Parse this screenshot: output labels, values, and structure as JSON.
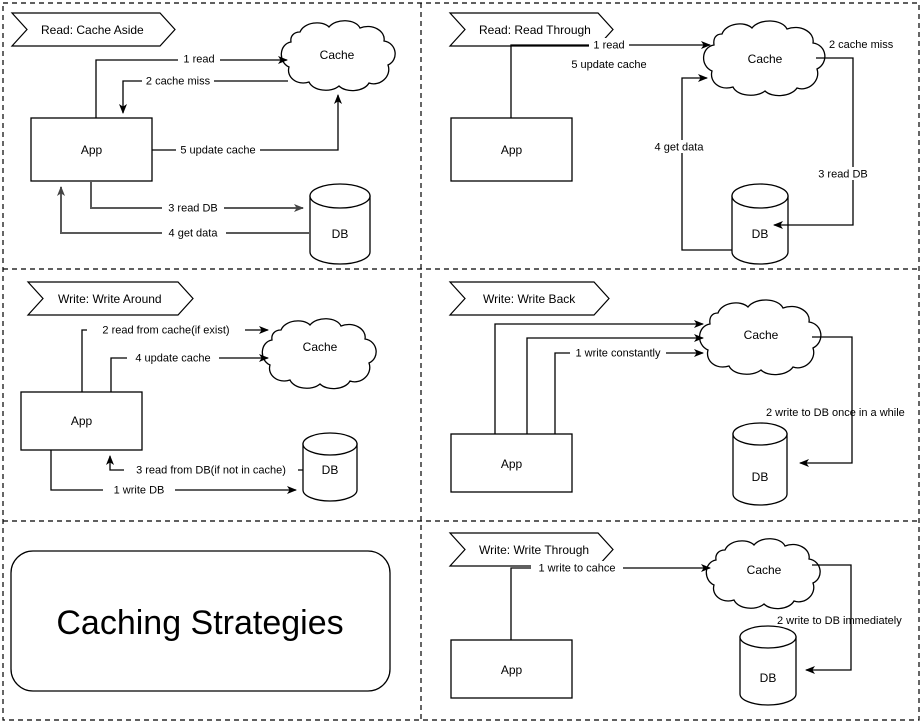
{
  "diagram": {
    "title": "Caching Strategies",
    "node_labels": {
      "app": "App",
      "cache": "Cache",
      "db": "DB"
    },
    "colors": {
      "stroke": "#000000",
      "gray_edge": "#666666",
      "panel_divider": "#000000",
      "background": "#ffffff"
    }
  },
  "panels": [
    {
      "id": "read-cache-aside",
      "banner": "Read: Cache Aside",
      "nodes": [
        {
          "name": "app",
          "label": "App",
          "shape": "rect"
        },
        {
          "name": "cache",
          "label": "Cache",
          "shape": "cloud"
        },
        {
          "name": "db",
          "label": "DB",
          "shape": "cylinder"
        }
      ],
      "edges": [
        {
          "n": 1,
          "label": "1 read",
          "from": "app",
          "to": "cache",
          "color": "#000000"
        },
        {
          "n": 2,
          "label": "2 cache miss",
          "from": "cache",
          "to": "app",
          "color": "#000000"
        },
        {
          "n": 3,
          "label": "3 read DB",
          "from": "app",
          "to": "db",
          "color": "#666666"
        },
        {
          "n": 4,
          "label": "4 get data",
          "from": "db",
          "to": "app",
          "color": "#666666"
        },
        {
          "n": 5,
          "label": "5 update cache",
          "from": "app",
          "to": "cache",
          "color": "#000000"
        }
      ]
    },
    {
      "id": "read-read-through",
      "banner": "Read: Read Through",
      "nodes": [
        {
          "name": "app",
          "label": "App",
          "shape": "rect"
        },
        {
          "name": "cache",
          "label": "Cache",
          "shape": "cloud"
        },
        {
          "name": "db",
          "label": "DB",
          "shape": "cylinder"
        }
      ],
      "edges": [
        {
          "n": 1,
          "label": "1 read",
          "from": "app",
          "to": "cache",
          "color": "#000000"
        },
        {
          "n": 2,
          "label": "2 cache miss",
          "from": "cache",
          "to": "db",
          "color": "#000000"
        },
        {
          "n": 3,
          "label": "3 read DB",
          "from": "cache",
          "to": "db",
          "color": "#000000"
        },
        {
          "n": 4,
          "label": "4 get data",
          "from": "db",
          "to": "cache",
          "color": "#000000"
        },
        {
          "n": 5,
          "label": "5 update cache",
          "from": "db",
          "to": "cache",
          "color": "#000000"
        }
      ]
    },
    {
      "id": "write-write-around",
      "banner": "Write: Write Around",
      "nodes": [
        {
          "name": "app",
          "label": "App",
          "shape": "rect"
        },
        {
          "name": "cache",
          "label": "Cache",
          "shape": "cloud"
        },
        {
          "name": "db",
          "label": "DB",
          "shape": "cylinder"
        }
      ],
      "edges": [
        {
          "n": 1,
          "label": "1 write DB",
          "from": "app",
          "to": "db",
          "color": "#000000"
        },
        {
          "n": 2,
          "label": "2 read from cache(if exist)",
          "from": "app",
          "to": "cache",
          "color": "#000000"
        },
        {
          "n": 3,
          "label": "3 read from DB(if not in cache)",
          "from": "db",
          "to": "app",
          "color": "#000000"
        },
        {
          "n": 4,
          "label": "4 update cache",
          "from": "app",
          "to": "cache",
          "color": "#000000"
        }
      ]
    },
    {
      "id": "write-write-back",
      "banner": "Write: Write Back",
      "nodes": [
        {
          "name": "app",
          "label": "App",
          "shape": "rect"
        },
        {
          "name": "cache",
          "label": "Cache",
          "shape": "cloud"
        },
        {
          "name": "db",
          "label": "DB",
          "shape": "cylinder"
        }
      ],
      "edges": [
        {
          "n": 1,
          "label": "1 write constantly",
          "from": "app",
          "to": "cache",
          "color": "#000000"
        },
        {
          "n": 2,
          "label": "2 write to DB once in a while",
          "from": "cache",
          "to": "db",
          "color": "#000000"
        }
      ]
    },
    {
      "id": "title-panel",
      "banner": "",
      "title": "Caching Strategies",
      "nodes": [],
      "edges": []
    },
    {
      "id": "write-write-through",
      "banner": "Write: Write Through",
      "nodes": [
        {
          "name": "app",
          "label": "App",
          "shape": "rect"
        },
        {
          "name": "cache",
          "label": "Cache",
          "shape": "cloud"
        },
        {
          "name": "db",
          "label": "DB",
          "shape": "cylinder"
        }
      ],
      "edges": [
        {
          "n": 1,
          "label": "1 write to cahce",
          "from": "app",
          "to": "cache",
          "color": "#000000"
        },
        {
          "n": 2,
          "label": "2 write to DB immediately",
          "from": "cache",
          "to": "db",
          "color": "#000000"
        }
      ]
    }
  ]
}
